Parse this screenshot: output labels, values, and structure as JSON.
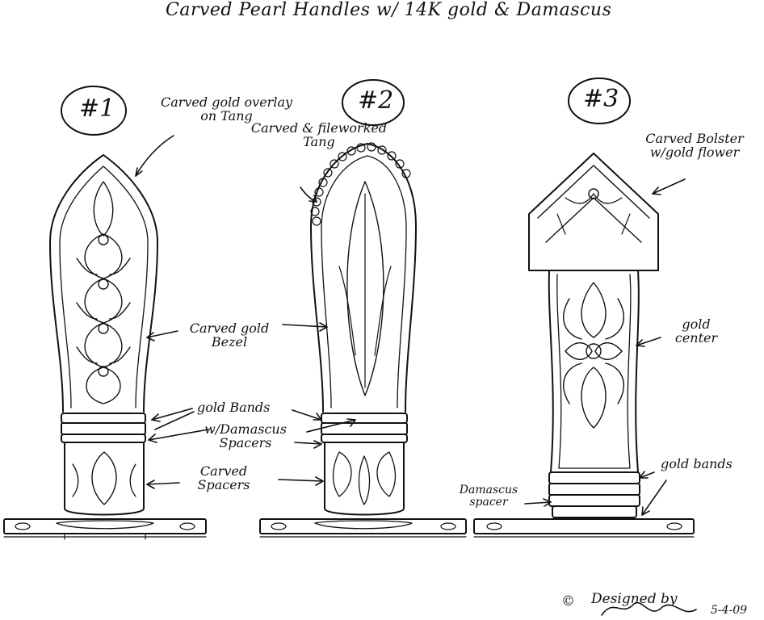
{
  "title": "Carved Pearl Handles  w/ 14K gold & Damascus",
  "handles": [
    {
      "number": "#1",
      "labels": {
        "tang": "Carved gold overlay on Tang",
        "bezel": "Carved gold Bezel",
        "bands": "gold Bands",
        "spacers_damascus": "w/Damascus Spacers",
        "carved_spacers": "Carved Spacers"
      }
    },
    {
      "number": "#2",
      "labels": {
        "tang": "Carved & fileworked Tang"
      }
    },
    {
      "number": "#3",
      "labels": {
        "bolster": "Carved Bolster w/gold flower",
        "center": "gold center",
        "bands": "gold bands",
        "damascus_spacer": "Damascus spacer"
      }
    }
  ],
  "signature": {
    "copyright": "©",
    "designed_by": "Designed by",
    "date": "5-4-09"
  }
}
